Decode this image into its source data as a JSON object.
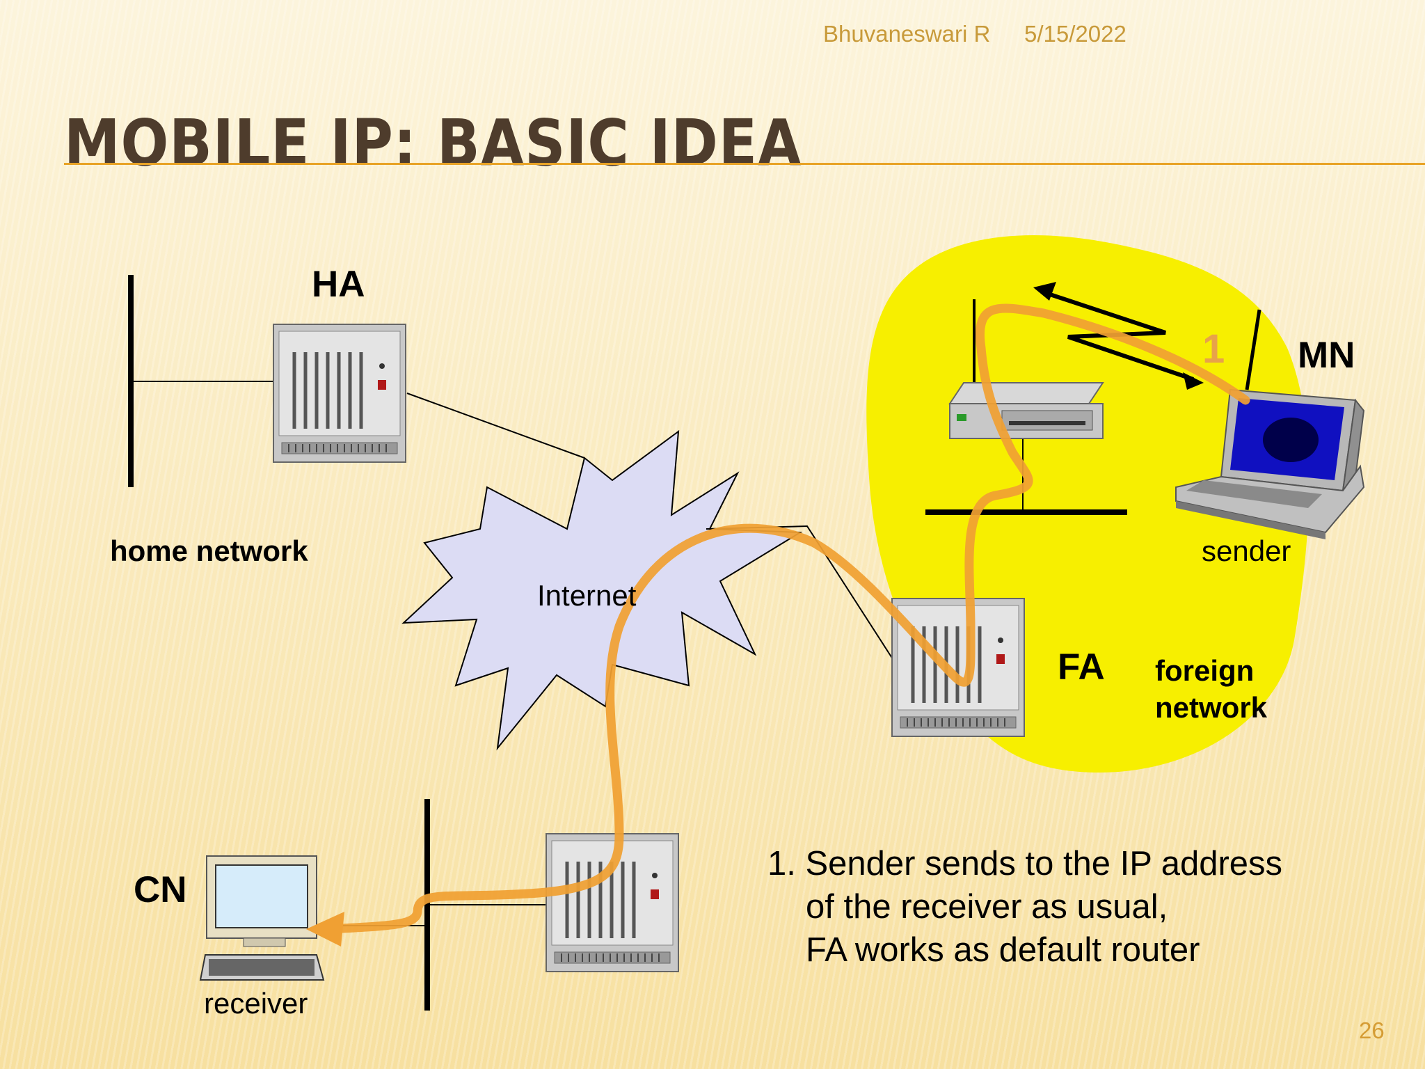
{
  "header": {
    "author": "Bhuvaneswari R",
    "date": "5/15/2022"
  },
  "title": "MOBILE IP: BASIC IDEA",
  "labels": {
    "ha": "HA",
    "home_network": "home network",
    "internet": "Internet",
    "mn": "MN",
    "sender": "sender",
    "fa": "FA",
    "foreign_network_line1": "foreign",
    "foreign_network_line2": "network",
    "cn": "CN",
    "receiver": "receiver",
    "step": "1"
  },
  "note": {
    "line1": "1. Sender sends to the IP address",
    "line2": "of the receiver as usual,",
    "line3": "FA works as default router"
  },
  "page_number": "26",
  "colors": {
    "foreign_network": "#f7ef00",
    "packet_path": "#f0a033",
    "internet_cloud": "#dcdcf4",
    "title_rule": "#e8a326"
  }
}
